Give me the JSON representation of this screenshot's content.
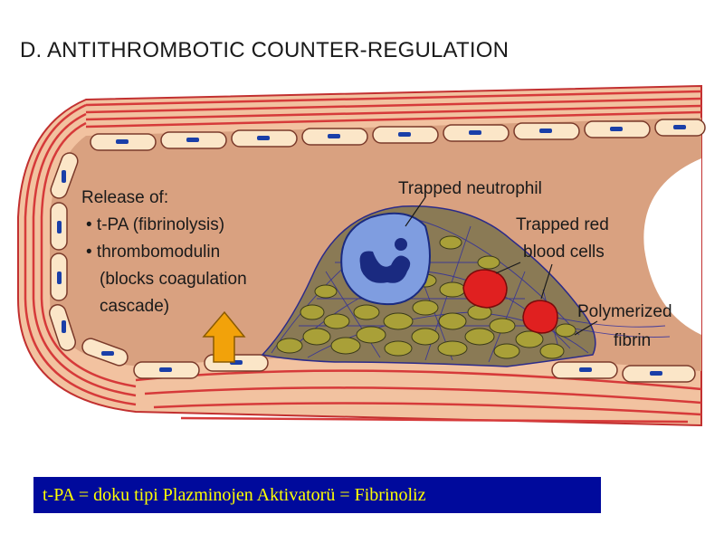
{
  "title": "D. ANTITHROMBOTIC COUNTER-REGULATION",
  "release_block": {
    "heading": "Release of:",
    "item1": "• t-PA (fibrinolysis)",
    "item2_line1": "• thrombomodulin",
    "item2_line2": "(blocks coagulation",
    "item2_line3": "cascade)"
  },
  "labels": {
    "neutrophil": "Trapped neutrophil",
    "rbc_line1": "Trapped red",
    "rbc_line2": "blood cells",
    "fibrin_line1": "Polymerized",
    "fibrin_line2": "fibrin"
  },
  "caption": "t-PA = doku tipi Plazminojen Aktivatorü = Fibrinoliz",
  "colors": {
    "vessel_wall": "#f2c2a0",
    "vessel_stripe": "#d63a3a",
    "lumen": "#d9a180",
    "endothelium": "#fbe6c8",
    "nucleus": "#1a3fa8",
    "platelet": "#a9a038",
    "neutrophil": "#7f9de0",
    "rbc": "#e02020",
    "arrow": "#f2a20a",
    "caption_bg": "#000a9c",
    "caption_text": "#ffff00"
  }
}
